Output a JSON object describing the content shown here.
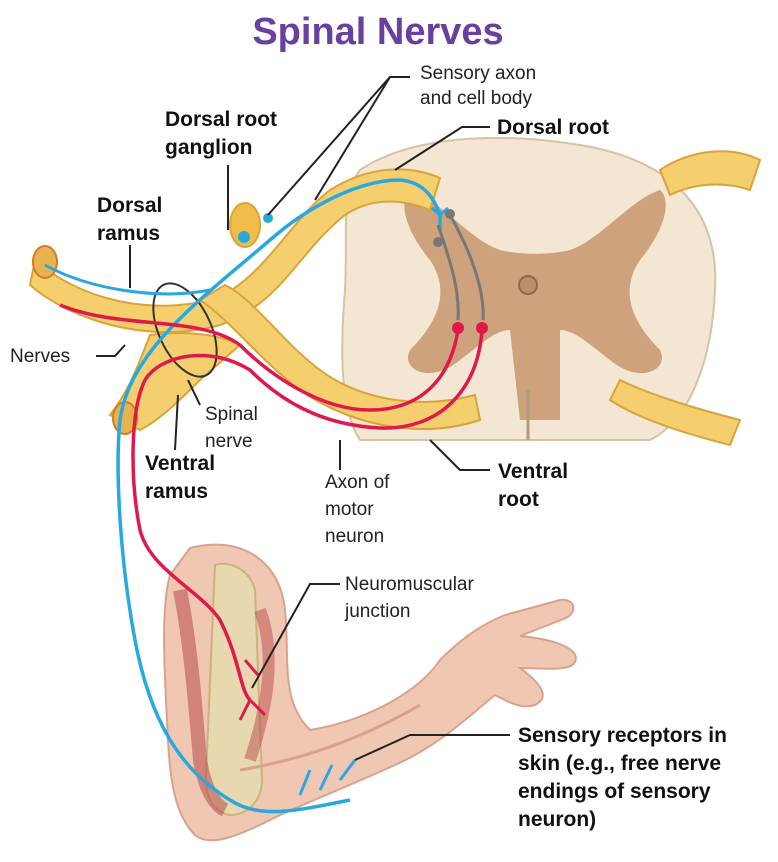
{
  "title": "Spinal Nerves",
  "labels": {
    "sensory_axon_line1": "Sensory axon",
    "sensory_axon_line2": "and cell body",
    "dorsal_root_ganglion_line1": "Dorsal root",
    "dorsal_root_ganglion_line2": "ganglion",
    "dorsal_root": "Dorsal root",
    "dorsal_ramus_line1": "Dorsal",
    "dorsal_ramus_line2": "ramus",
    "nerves": "Nerves",
    "spinal_nerve_line1": "Spinal",
    "spinal_nerve_line2": "nerve",
    "ventral_ramus_line1": "Ventral",
    "ventral_ramus_line2": "ramus",
    "ventral_root_line1": "Ventral",
    "ventral_root_line2": "root",
    "axon_motor_line1": "Axon of",
    "axon_motor_line2": "motor",
    "axon_motor_line3": "neuron",
    "nmj_line1": "Neuromuscular",
    "nmj_line2": "junction",
    "receptors_line1": "Sensory receptors in",
    "receptors_line2": "skin (e.g., free nerve",
    "receptors_line3": "endings of sensory",
    "receptors_line4": "neuron)"
  },
  "colors": {
    "title": "#6a3fa0",
    "nerve_fill": "#f5cf6e",
    "nerve_edge": "#d9a43a",
    "sensory_axon": "#29a8e0",
    "motor_axon": "#e0194b",
    "white_matter": "#f3e6d3",
    "gray_matter": "#c99a72"
  }
}
